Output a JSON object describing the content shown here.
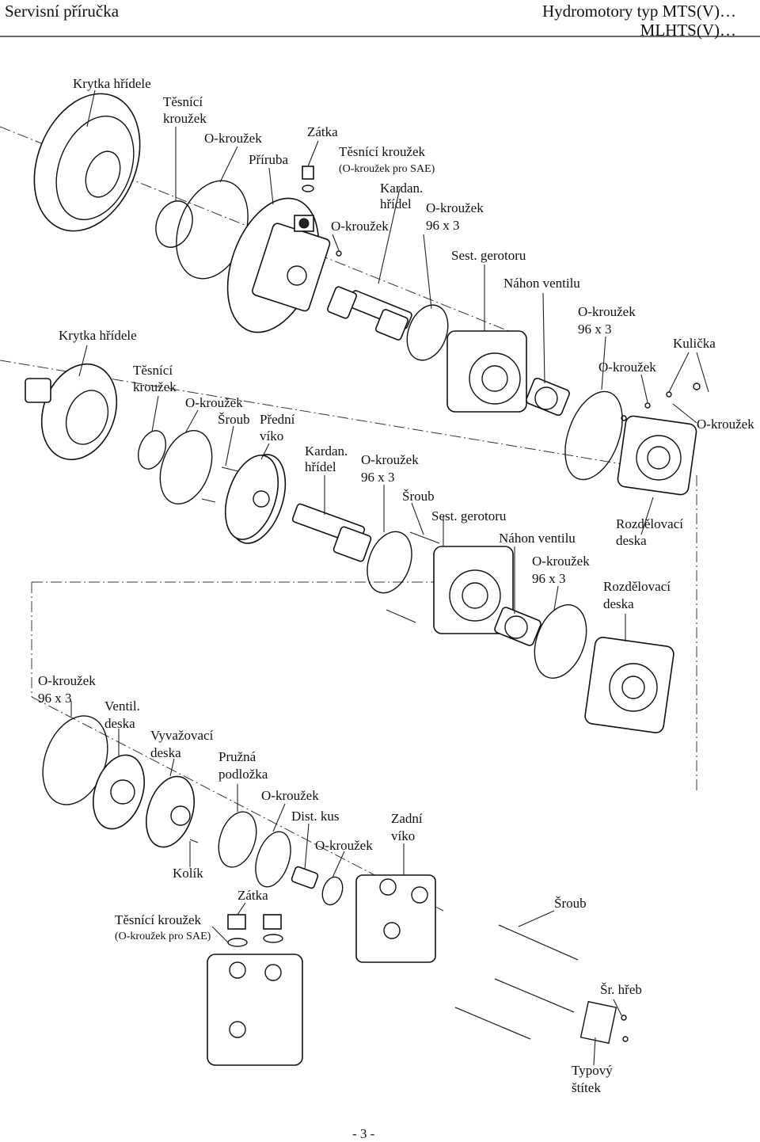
{
  "header": {
    "left": "Servisní příručka",
    "right_line1": "Hydromotory typ MTS(V)…",
    "right_line2": "MLHTS(V)…"
  },
  "labels": {
    "t_krytka": "Krytka hřídele",
    "t_tesnici_1": "Těsnící",
    "t_tesnici_2": "kroužek",
    "t_okrouzek": "O-kroužek",
    "t_priruba": "Příruba",
    "t_zatka": "Zátka",
    "t_tesnici_sae_1": "Těsnící kroužek",
    "t_tesnici_sae_2": "(O-kroužek pro SAE)",
    "t_kardan_1": "Kardan.",
    "t_kardan_2": "hřídel",
    "t_okrouzek_b": "O-kroužek",
    "t_ok96_1": "O-kroužek",
    "t_ok96_2": "96 x 3",
    "t_gerotor": "Sest. gerotoru",
    "t_nahon": "Náhon ventilu",
    "m_krytka": "Krytka hřídele",
    "m_tesnici_1": "Těsnící",
    "m_tesnici_2": "kroužek",
    "m_okrouzek": "O-kroužek",
    "m_sroub": "Šroub",
    "m_predni_1": "Přední",
    "m_predni_2": "víko",
    "m_kardan_1": "Kardan.",
    "m_kardan_2": "hřídel",
    "m_ok96_1": "O-kroužek",
    "m_ok96_2": "96 x 3",
    "m_sroub2": "Šroub",
    "m_gerotor": "Sest. gerotoru",
    "m_nahon": "Náhon ventilu",
    "m_ok96b_1": "O-kroužek",
    "m_ok96b_2": "96 x 3",
    "m_rozdel_1": "Rozdělovací",
    "m_rozdel_2": "deska",
    "r_ok96_1": "O-kroužek",
    "r_ok96_2": "96 x 3",
    "r_kulicka": "Kulička",
    "r_okrouzek": "O-kroužek",
    "r_okrouzek2": "O-kroužek",
    "r_rozdel_1": "Rozdělovací",
    "r_rozdel_2": "deska",
    "b_ok96_1": "O-kroužek",
    "b_ok96_2": "96 x 3",
    "b_ventil_1": "Ventil.",
    "b_ventil_2": "deska",
    "b_vyvaz_1": "Vyvažovací",
    "b_vyvaz_2": "deska",
    "b_pruzna_1": "Pružná",
    "b_pruzna_2": "podložka",
    "b_okrouzek": "O-kroužek",
    "b_dist": "Dist. kus",
    "b_okrouzek2": "O-kroužek",
    "b_zadni_1": "Zadní",
    "b_zadni_2": "víko",
    "b_kolik": "Kolík",
    "b_zatka": "Zátka",
    "b_tesnici_1": "Těsnící kroužek",
    "b_tesnici_2": "(O-kroužek pro SAE)",
    "b_sroub": "Šroub",
    "b_srhreb": "Šr. hřeb",
    "b_typovy_1": "Typový",
    "b_typovy_2": "štítek"
  },
  "footer": {
    "page": "- 3 -"
  }
}
